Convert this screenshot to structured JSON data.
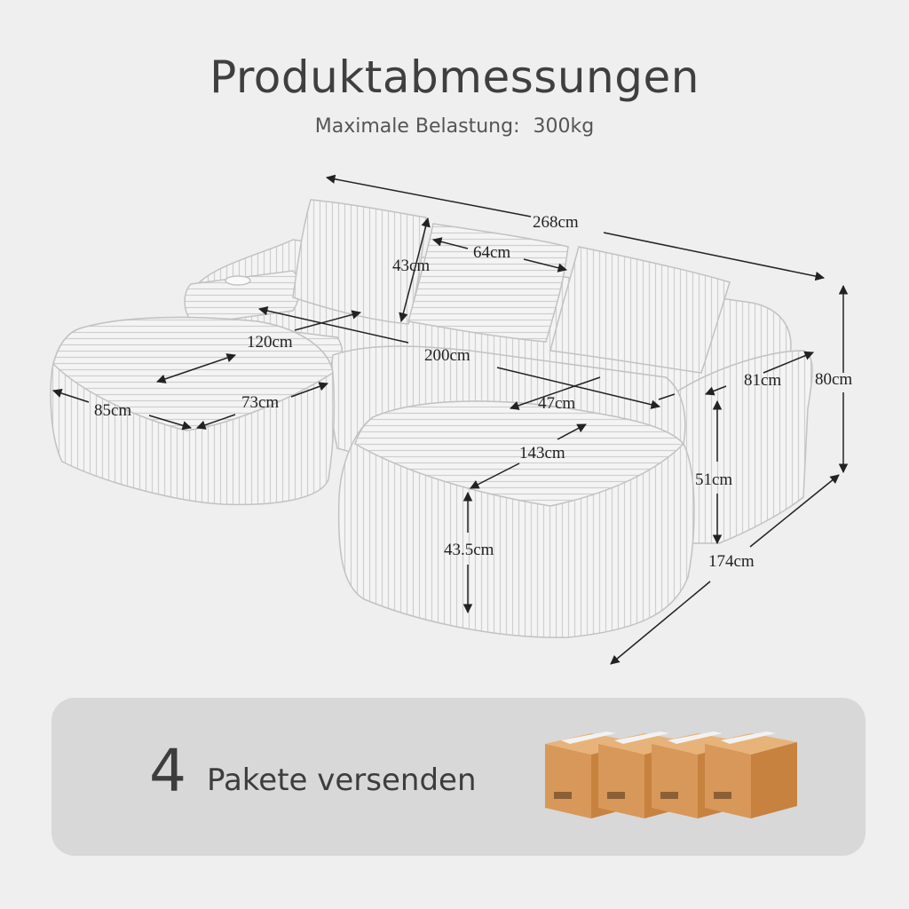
{
  "header": {
    "title": "Produktabmessungen",
    "load_label": "Maximale Belastung:",
    "load_value": "300kg"
  },
  "dimensions": {
    "total_width": "268cm",
    "pillow_width": "64cm",
    "pillow_height": "43cm",
    "chaise_length": "120cm",
    "seat_width": "200cm",
    "ottoman_depth": "85cm",
    "ottoman_width": "73cm",
    "seat_depth": "47cm",
    "armrest_depth": "81cm",
    "total_height": "80cm",
    "lower_length": "143cm",
    "seat_height": "51cm",
    "total_depth": "174cm",
    "ottoman_height": "43.5cm"
  },
  "shipping": {
    "count": "4",
    "label": "Pakete versenden",
    "box_color": "#d99a5a"
  }
}
